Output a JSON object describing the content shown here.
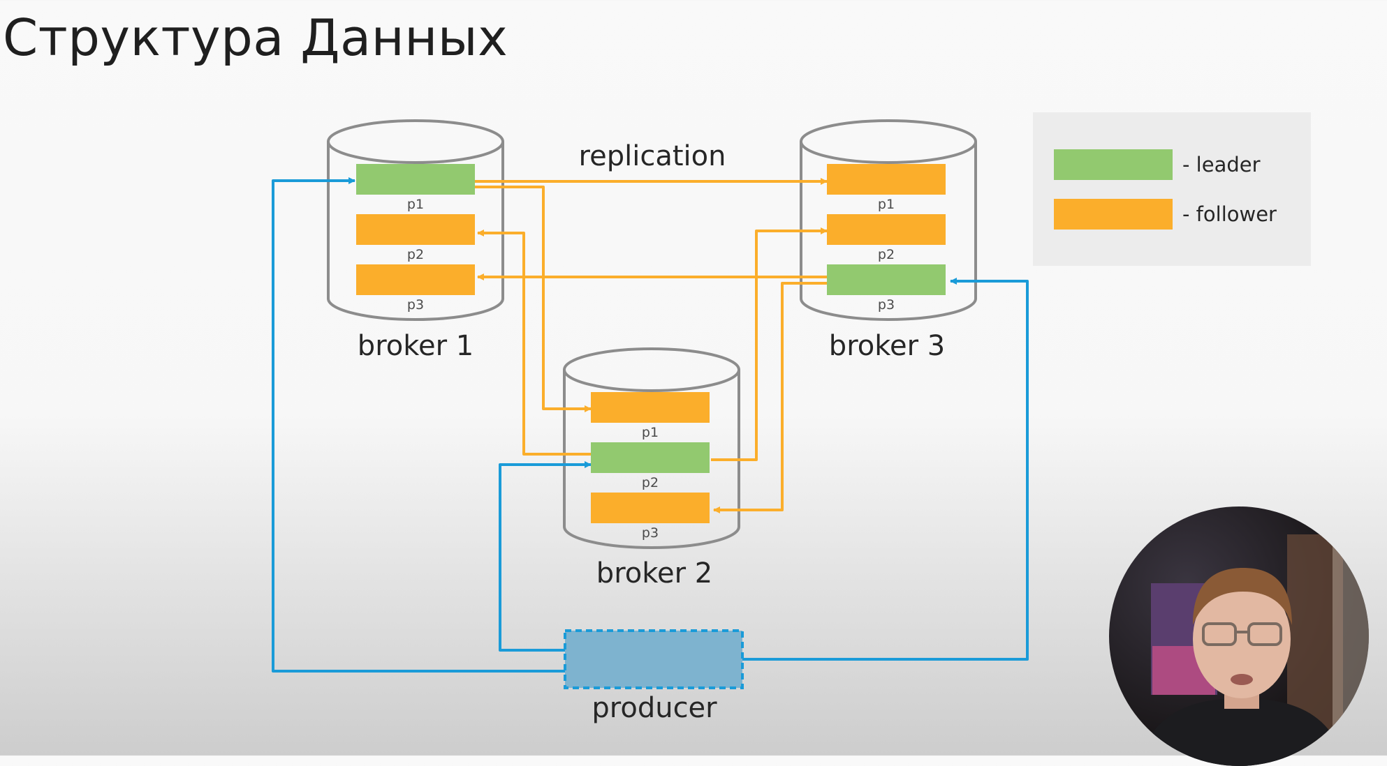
{
  "title": "Структура Данных",
  "replication_label": "replication",
  "producer_label": "producer",
  "colors": {
    "leader": "#92c96f",
    "follower": "#fbae2b",
    "producer_flow": "#1a9bd8",
    "producer_fill": "#7eb3cf",
    "cylinder_stroke": "#8c8c8c"
  },
  "brokers": [
    {
      "name": "broker 1",
      "partitions": [
        {
          "label": "p1",
          "role": "leader"
        },
        {
          "label": "p2",
          "role": "follower"
        },
        {
          "label": "p3",
          "role": "follower"
        }
      ]
    },
    {
      "name": "broker 2",
      "partitions": [
        {
          "label": "p1",
          "role": "follower"
        },
        {
          "label": "p2",
          "role": "leader"
        },
        {
          "label": "p3",
          "role": "follower"
        }
      ]
    },
    {
      "name": "broker 3",
      "partitions": [
        {
          "label": "p1",
          "role": "follower"
        },
        {
          "label": "p2",
          "role": "follower"
        },
        {
          "label": "p3",
          "role": "leader"
        }
      ]
    }
  ],
  "replication_links": [
    {
      "from": "broker 1 p1",
      "to": "broker 3 p1"
    },
    {
      "from": "broker 1 p1",
      "to": "broker 2 p1"
    },
    {
      "from": "broker 2 p2",
      "to": "broker 1 p2"
    },
    {
      "from": "broker 2 p2",
      "to": "broker 3 p2"
    },
    {
      "from": "broker 3 p3",
      "to": "broker 1 p3"
    },
    {
      "from": "broker 3 p3",
      "to": "broker 2 p3"
    }
  ],
  "producer_links": [
    {
      "from": "producer",
      "to": "broker 1 p1"
    },
    {
      "from": "producer",
      "to": "broker 2 p2"
    },
    {
      "from": "producer",
      "to": "broker 3 p3"
    }
  ],
  "legend": [
    {
      "role": "leader",
      "label": "- leader"
    },
    {
      "role": "follower",
      "label": "- follower"
    }
  ]
}
